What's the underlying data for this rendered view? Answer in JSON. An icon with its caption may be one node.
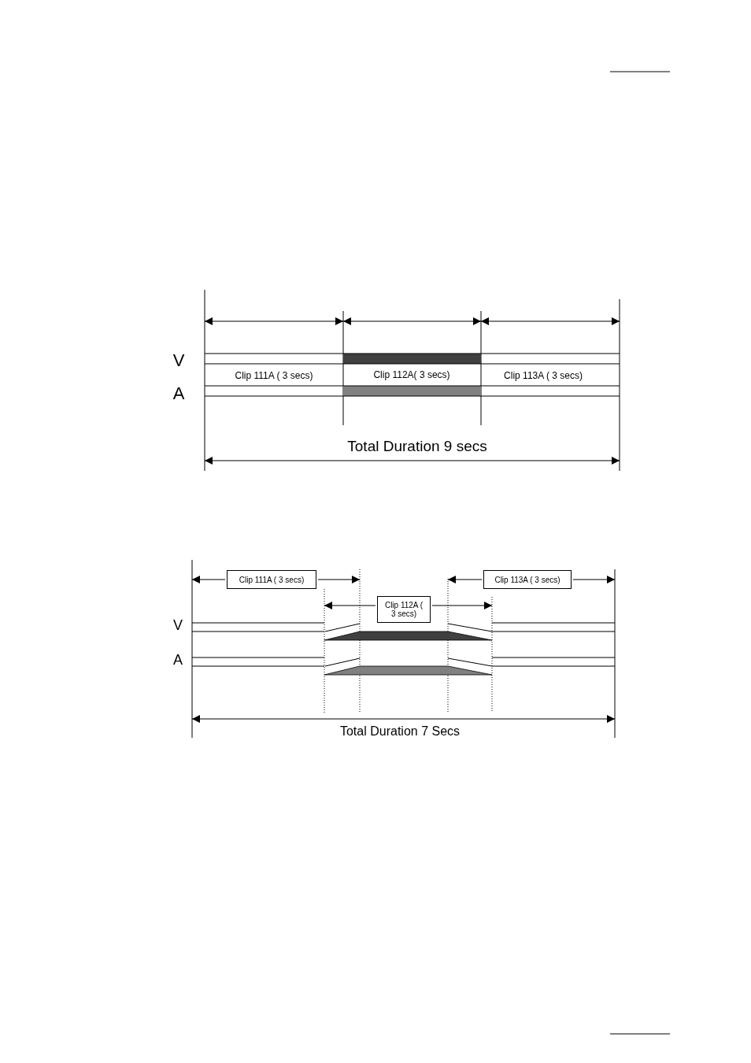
{
  "diagram": {
    "labels": [
      "V",
      "A",
      "Clip 111A ( 3 secs)",
      "Clip 112A( 3 secs)",
      "Clip 113A ( 3 secs)",
      "Total Duration 9 secs",
      "Clip 111A ( 3 secs)",
      "Clip 113A ( 3 secs)",
      "Clip 112A ( 3 secs)",
      "V",
      "A",
      "Total Duration 7 Secs"
    ]
  }
}
